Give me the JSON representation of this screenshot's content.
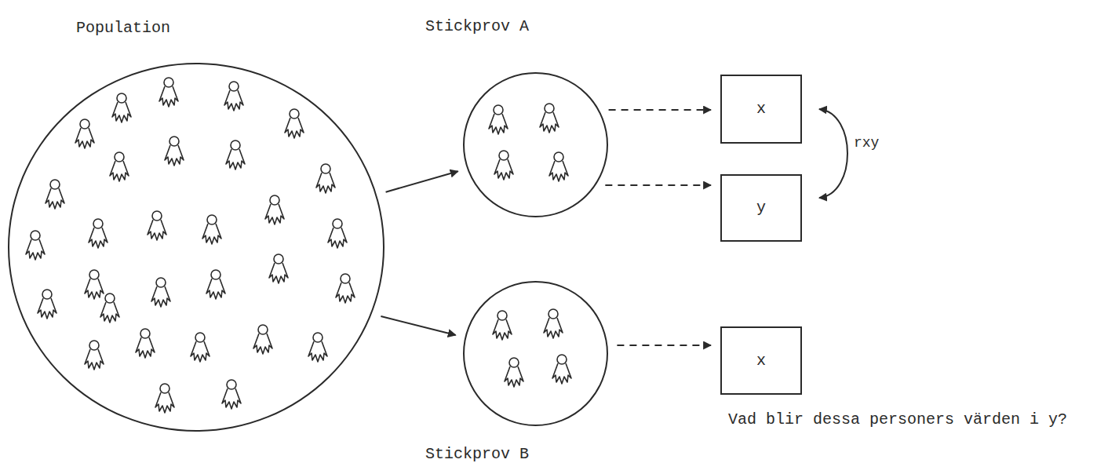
{
  "diagram": {
    "nodes": [
      {
        "text": [
          "Population"
        ]
      },
      {
        "text": [
          "Stickprov A"
        ]
      },
      {
        "text": [
          "Stickprov B"
        ]
      },
      {
        "text": [
          "x"
        ]
      },
      {
        "text": [
          "y"
        ]
      },
      {
        "text": [
          "x"
        ]
      }
    ],
    "edges": [
      {
        "from": 0,
        "to": 1,
        "arrow": "to"
      },
      {
        "from": 0,
        "to": 2,
        "arrow": "to"
      },
      {
        "from": 1,
        "to": 3,
        "arrow": "to"
      },
      {
        "from": 1,
        "to": 4,
        "arrow": "to"
      },
      {
        "from": 2,
        "to": 5,
        "arrow": "to"
      },
      {
        "from": 3,
        "to": 4,
        "label": "rxy",
        "arrow": "both"
      }
    ],
    "labels": [
      "Vad blir dessa personers värden i y?"
    ]
  }
}
